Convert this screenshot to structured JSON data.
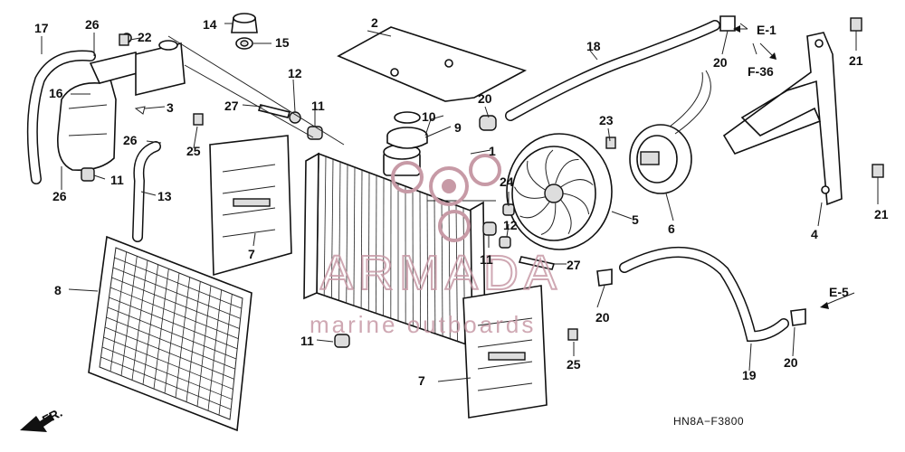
{
  "callouts": [
    "17",
    "26",
    "22",
    "16",
    "3",
    "26",
    "11",
    "13",
    "26",
    "14",
    "15",
    "2",
    "12",
    "27",
    "11",
    "25",
    "7",
    "10",
    "9",
    "20",
    "1",
    "18",
    "20",
    "E-1",
    "F-36",
    "21",
    "23",
    "24",
    "12",
    "11",
    "5",
    "6",
    "4",
    "21",
    "27",
    "20",
    "8",
    "11",
    "7",
    "25",
    "E-5",
    "20",
    "19"
  ],
  "diagram_code": "HN8A−F3800",
  "front_label": "FR.",
  "watermark": {
    "brand": "ARMADA",
    "tagline": "marine outboards"
  },
  "colors": {
    "ink": "#111111",
    "watermark": "#c79aa6",
    "background": "#ffffff"
  }
}
